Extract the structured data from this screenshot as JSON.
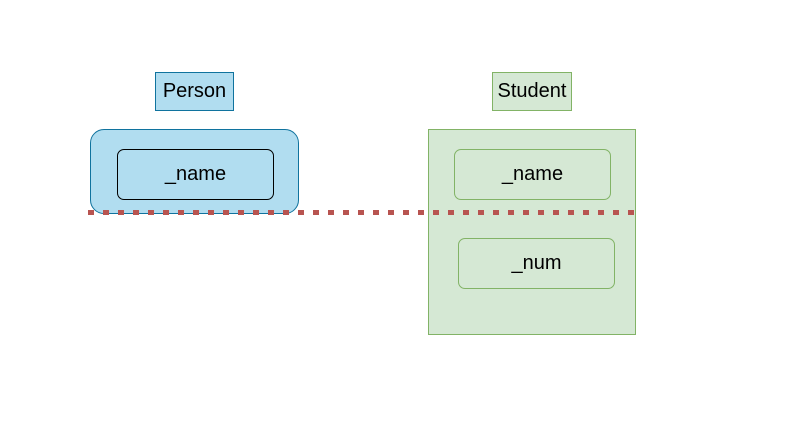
{
  "colors": {
    "person_fill": "#b1ddf0",
    "person_stroke": "#10739e",
    "student_fill": "#d5e8d4",
    "student_stroke": "#82b366",
    "divider": "#b85450"
  },
  "person": {
    "label": "Person",
    "fields": [
      "_name"
    ]
  },
  "student": {
    "label": "Student",
    "fields": [
      "_name",
      "_num"
    ]
  }
}
